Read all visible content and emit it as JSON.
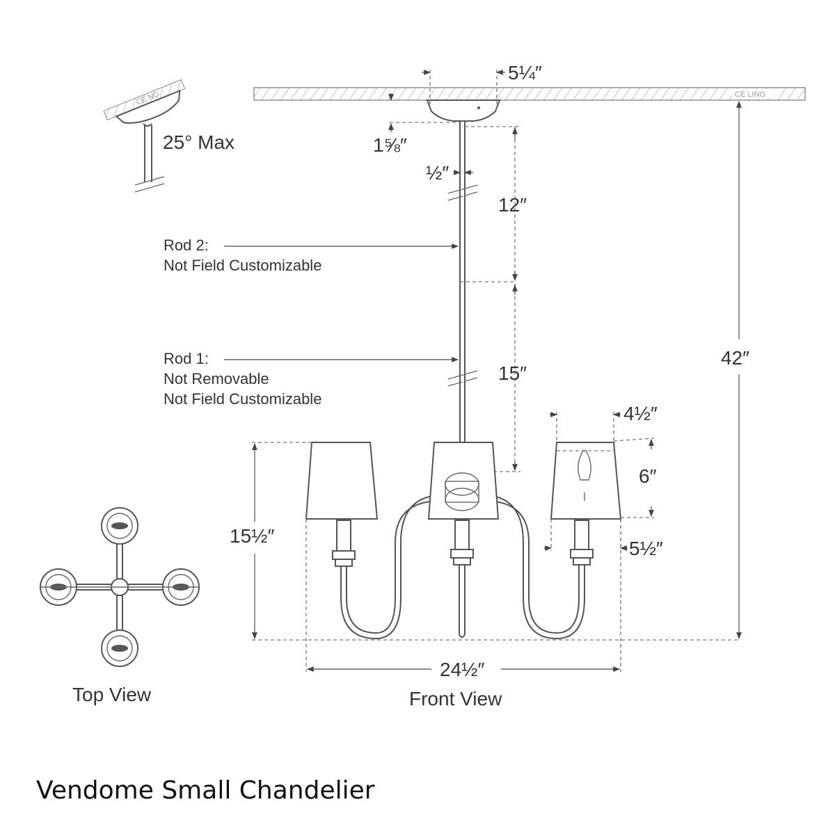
{
  "colors": {
    "ink": "#555555",
    "text": "#333333",
    "caption": "#111111",
    "background": "#ffffff"
  },
  "ceiling_labels": {
    "main": "CE LING",
    "tilt": "CE   NG"
  },
  "tilt_note": "25° Max",
  "dimensions": {
    "canopy_width": "5¼″",
    "canopy_height": "1⅝″",
    "rod_diameter": "½″",
    "rod2_length": "12″",
    "rod1_length": "15″",
    "overall_height": "42″",
    "shade_top": "4½″",
    "shade_height": "6″",
    "shade_bottom": "5½″",
    "body_height": "15½″",
    "overall_width": "24½″"
  },
  "rod_notes": {
    "rod2": {
      "line1": "Rod 2:",
      "line2": "Not Field Customizable"
    },
    "rod1": {
      "line1": "Rod 1:",
      "line2": "Not Removable",
      "line3": "Not Field Customizable"
    }
  },
  "views": {
    "top": "Top View",
    "front": "Front View"
  },
  "caption": "Vendome Small Chandelier"
}
